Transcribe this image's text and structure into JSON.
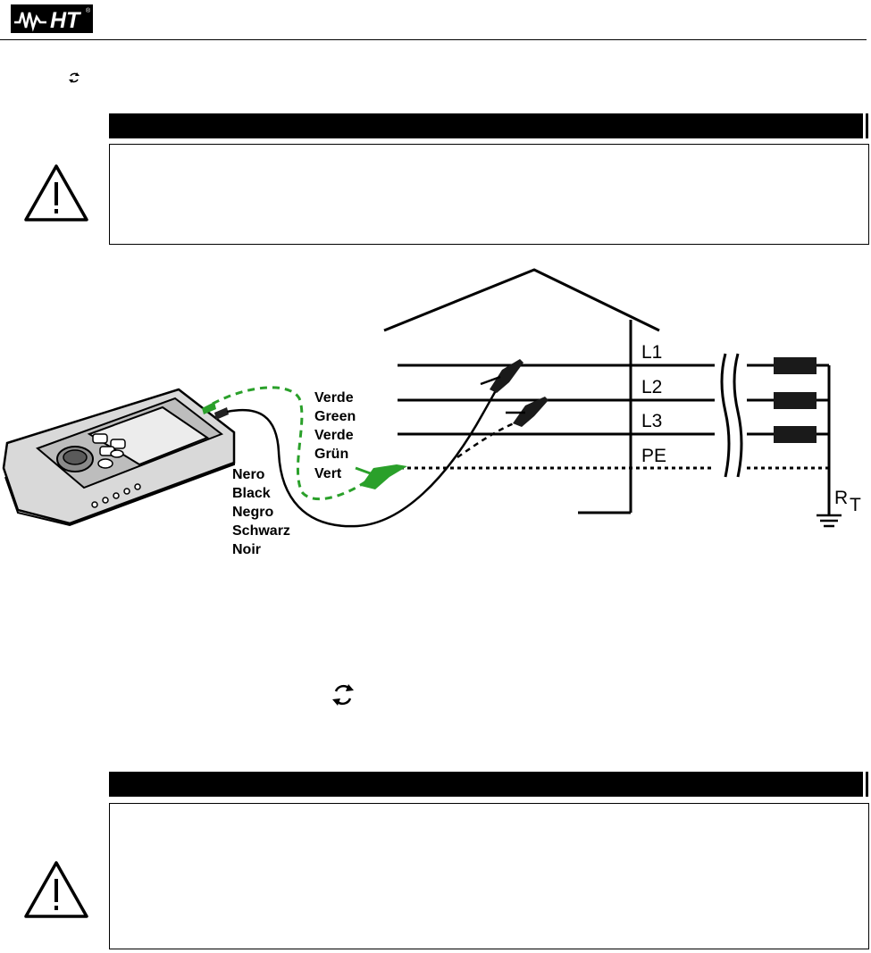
{
  "brand": {
    "logo_text": "HT",
    "registered_mark": "®"
  },
  "colors": {
    "accent_green": "#2aa02a",
    "ink": "#000000"
  },
  "icons": {
    "cycle_small": "cycle-arrows-icon",
    "cycle_large": "cycle-arrows-icon",
    "warning": "warning-triangle-icon"
  },
  "diagram": {
    "green_lead_labels": [
      "Verde",
      "Green",
      "Verde",
      "Grün",
      "Vert"
    ],
    "black_lead_labels": [
      "Nero",
      "Black",
      "Negro",
      "Schwarz",
      "Noir"
    ],
    "line_labels": [
      "L1",
      "L2",
      "L3",
      "PE"
    ],
    "earth_resistance_label": "R",
    "earth_resistance_subscript": "T"
  }
}
